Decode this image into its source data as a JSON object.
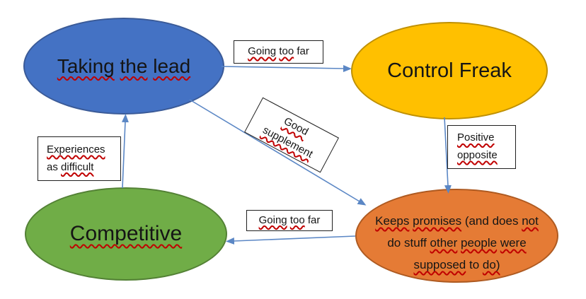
{
  "colors": {
    "canvas_background": "#FFFFFF",
    "arrow": "#5B87C5",
    "squiggle": "#C00000",
    "label_border": "#1F1F1F"
  },
  "nodes": {
    "taking_the_lead": {
      "text": "Taking the lead",
      "fill": "#4472C4",
      "border": "#3A5A97"
    },
    "control_freak": {
      "text": "Control Freak",
      "fill": "#FFC000",
      "border": "#BF9000"
    },
    "competitive": {
      "text": "Competitive",
      "fill": "#70AD47",
      "border": "#538135"
    },
    "keeps_promises": {
      "text": "Keeps promises (and does not\ndo stuff other people were\nsupposed to do)",
      "fill": "#E57B35",
      "border": "#AE5A21"
    }
  },
  "edges": {
    "lead_to_control": {
      "from": "taking_the_lead",
      "to": "control_freak",
      "label": "Going too far"
    },
    "control_to_keeps": {
      "from": "control_freak",
      "to": "keeps_promises",
      "label": "Positive\nopposite"
    },
    "lead_to_keeps": {
      "from": "taking_the_lead",
      "to": "keeps_promises",
      "label": "Good\nsupplement"
    },
    "keeps_to_competitive": {
      "from": "keeps_promises",
      "to": "competitive",
      "label": "Going too far"
    },
    "competitive_to_lead": {
      "from": "competitive",
      "to": "taking_the_lead",
      "label": "Experiences\nas difficult"
    }
  },
  "misspelled_words": [
    "Taking",
    "the",
    "lead",
    "Competitive",
    "Keeps",
    "promises",
    "not",
    "other",
    "people",
    "were",
    "supposed",
    "do)",
    "Going",
    "too",
    "Good",
    "supplement",
    "Positive",
    "opposite",
    "Experiences",
    "difficult"
  ]
}
